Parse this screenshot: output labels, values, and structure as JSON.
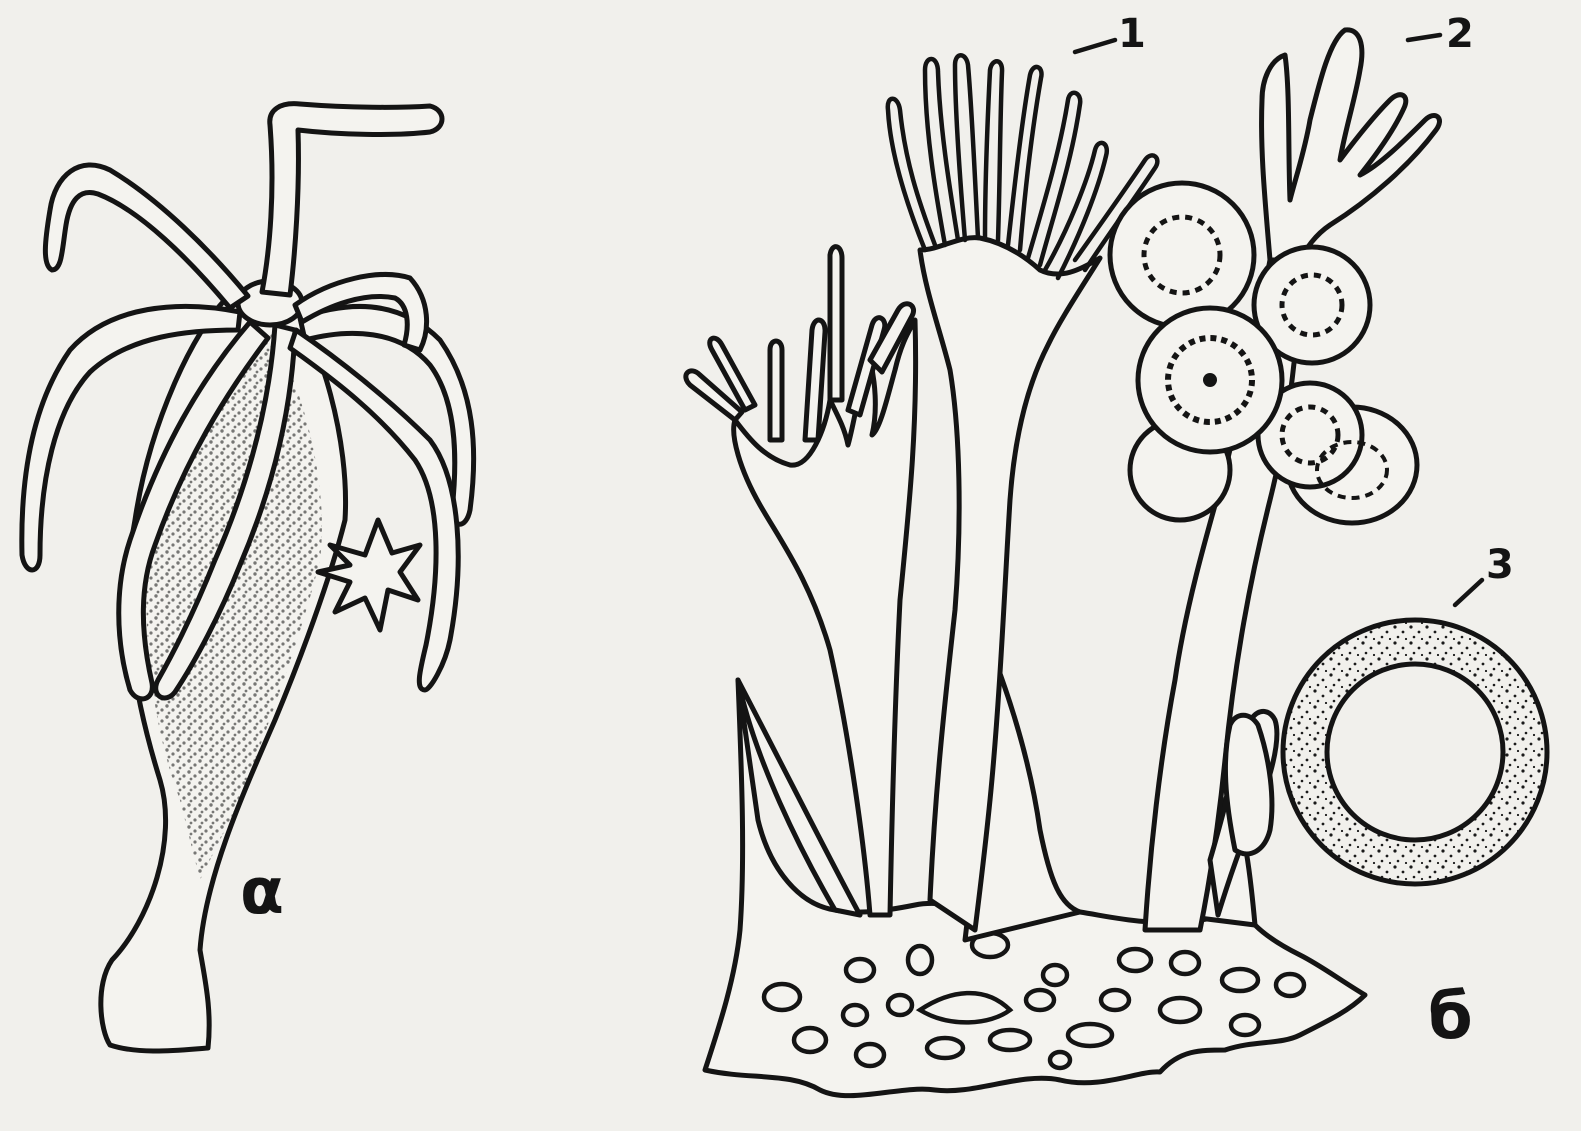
{
  "figure": {
    "panel_labels": {
      "a": "α",
      "b": "б"
    },
    "callouts": [
      "1",
      "2",
      "3"
    ],
    "colors": {
      "ink": "#141414",
      "paper": "#f1f0ec"
    }
  }
}
